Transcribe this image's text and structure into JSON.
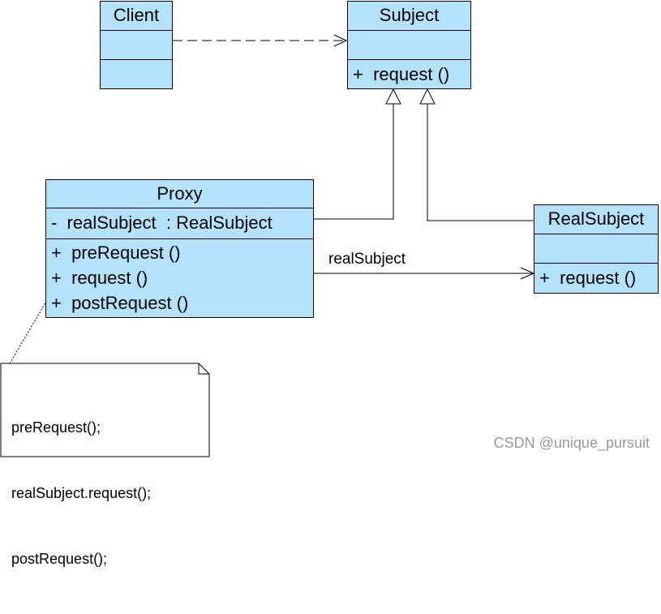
{
  "diagram": {
    "classes": {
      "client": {
        "name": "Client",
        "attributes": [],
        "operations": []
      },
      "subject": {
        "name": "Subject",
        "attributes": [],
        "operations": [
          "+  request ()"
        ]
      },
      "proxy": {
        "name": "Proxy",
        "attributes": [
          "-  realSubject  : RealSubject"
        ],
        "operations": [
          "+  preRequest ()",
          "+  request ()",
          "+  postRequest ()"
        ]
      },
      "real_subject": {
        "name": "RealSubject",
        "attributes": [],
        "operations": [
          "+  request ()"
        ]
      }
    },
    "association_label": "realSubject",
    "note": {
      "lines": [
        "preRequest();",
        "realSubject.request();",
        "postRequest();"
      ]
    }
  },
  "colors": {
    "class_fill": "#b3e2fa",
    "line": "#000000",
    "watermark": "#9a9a9a"
  },
  "watermark": "CSDN @unique_pursuit"
}
